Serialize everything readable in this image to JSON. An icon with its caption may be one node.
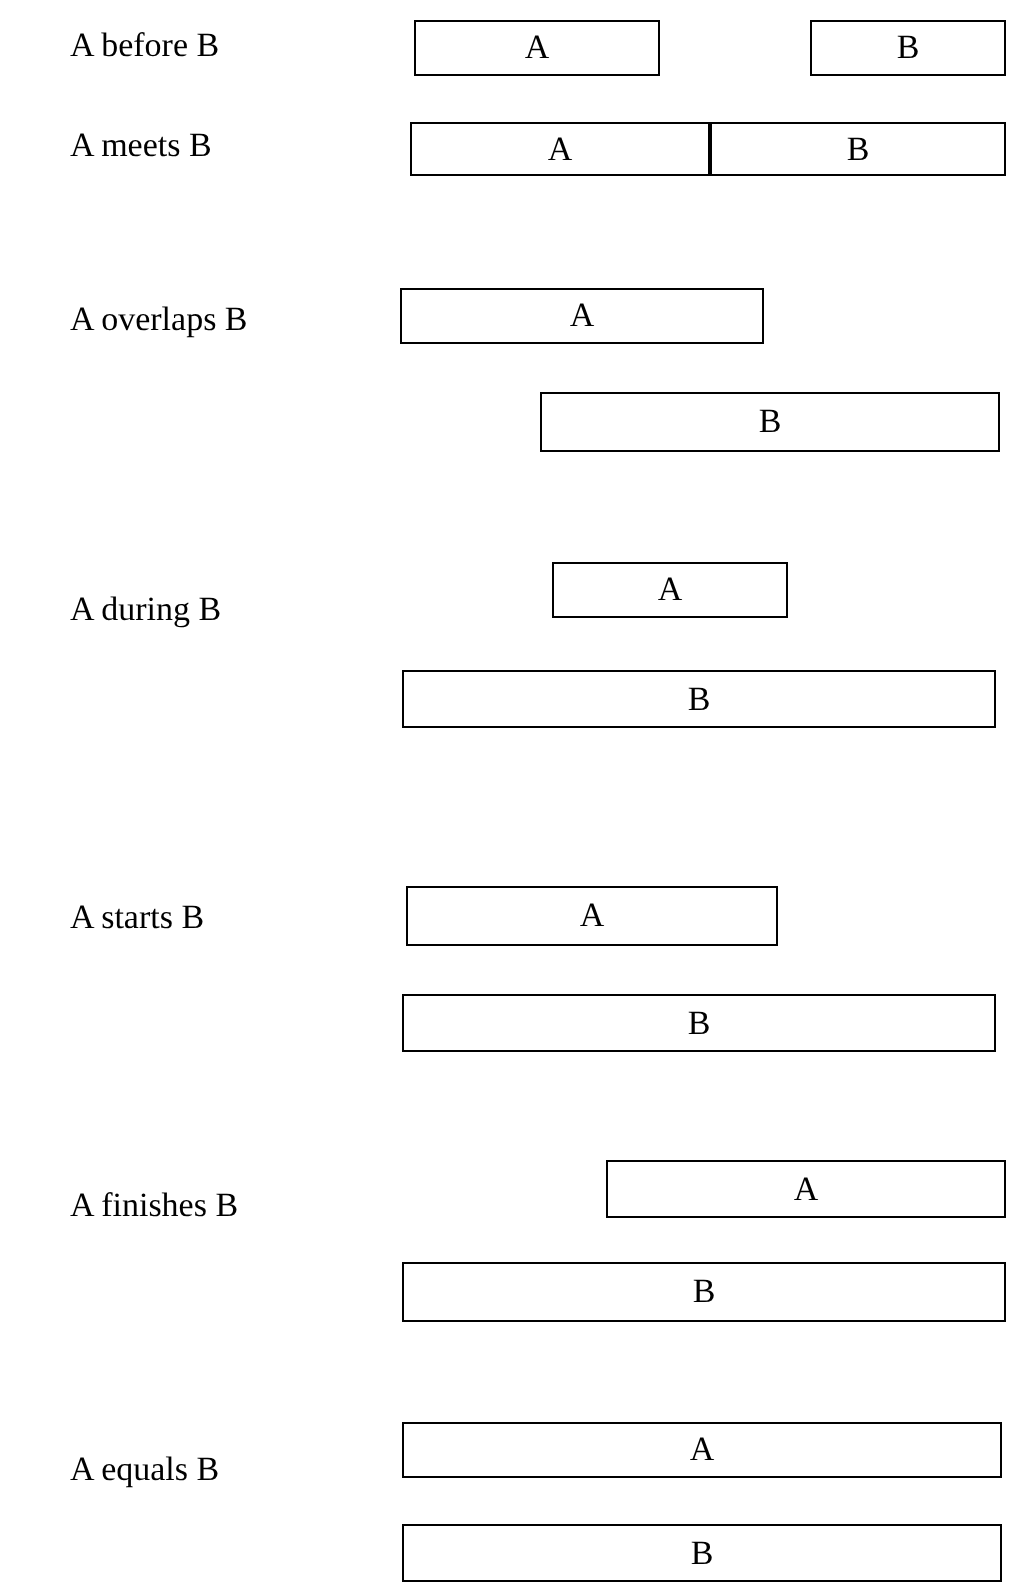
{
  "diagram": {
    "nodes": [
      {
        "text": [
          "A"
        ]
      },
      {
        "text": [
          "B"
        ]
      },
      {
        "text": [
          "A"
        ]
      },
      {
        "text": [
          "B"
        ]
      },
      {
        "text": [
          "A"
        ]
      },
      {
        "text": [
          "B"
        ]
      },
      {
        "text": [
          "A"
        ]
      },
      {
        "text": [
          "B"
        ]
      },
      {
        "text": [
          "A"
        ]
      },
      {
        "text": [
          "B"
        ]
      },
      {
        "text": [
          "A"
        ]
      },
      {
        "text": [
          "B"
        ]
      },
      {
        "text": [
          "A"
        ]
      },
      {
        "text": [
          "B"
        ]
      }
    ],
    "labels": [
      "A before B",
      "A meets B",
      "A overlaps B",
      "A during B",
      "A starts B",
      "A finishes B",
      "A equals B"
    ]
  }
}
